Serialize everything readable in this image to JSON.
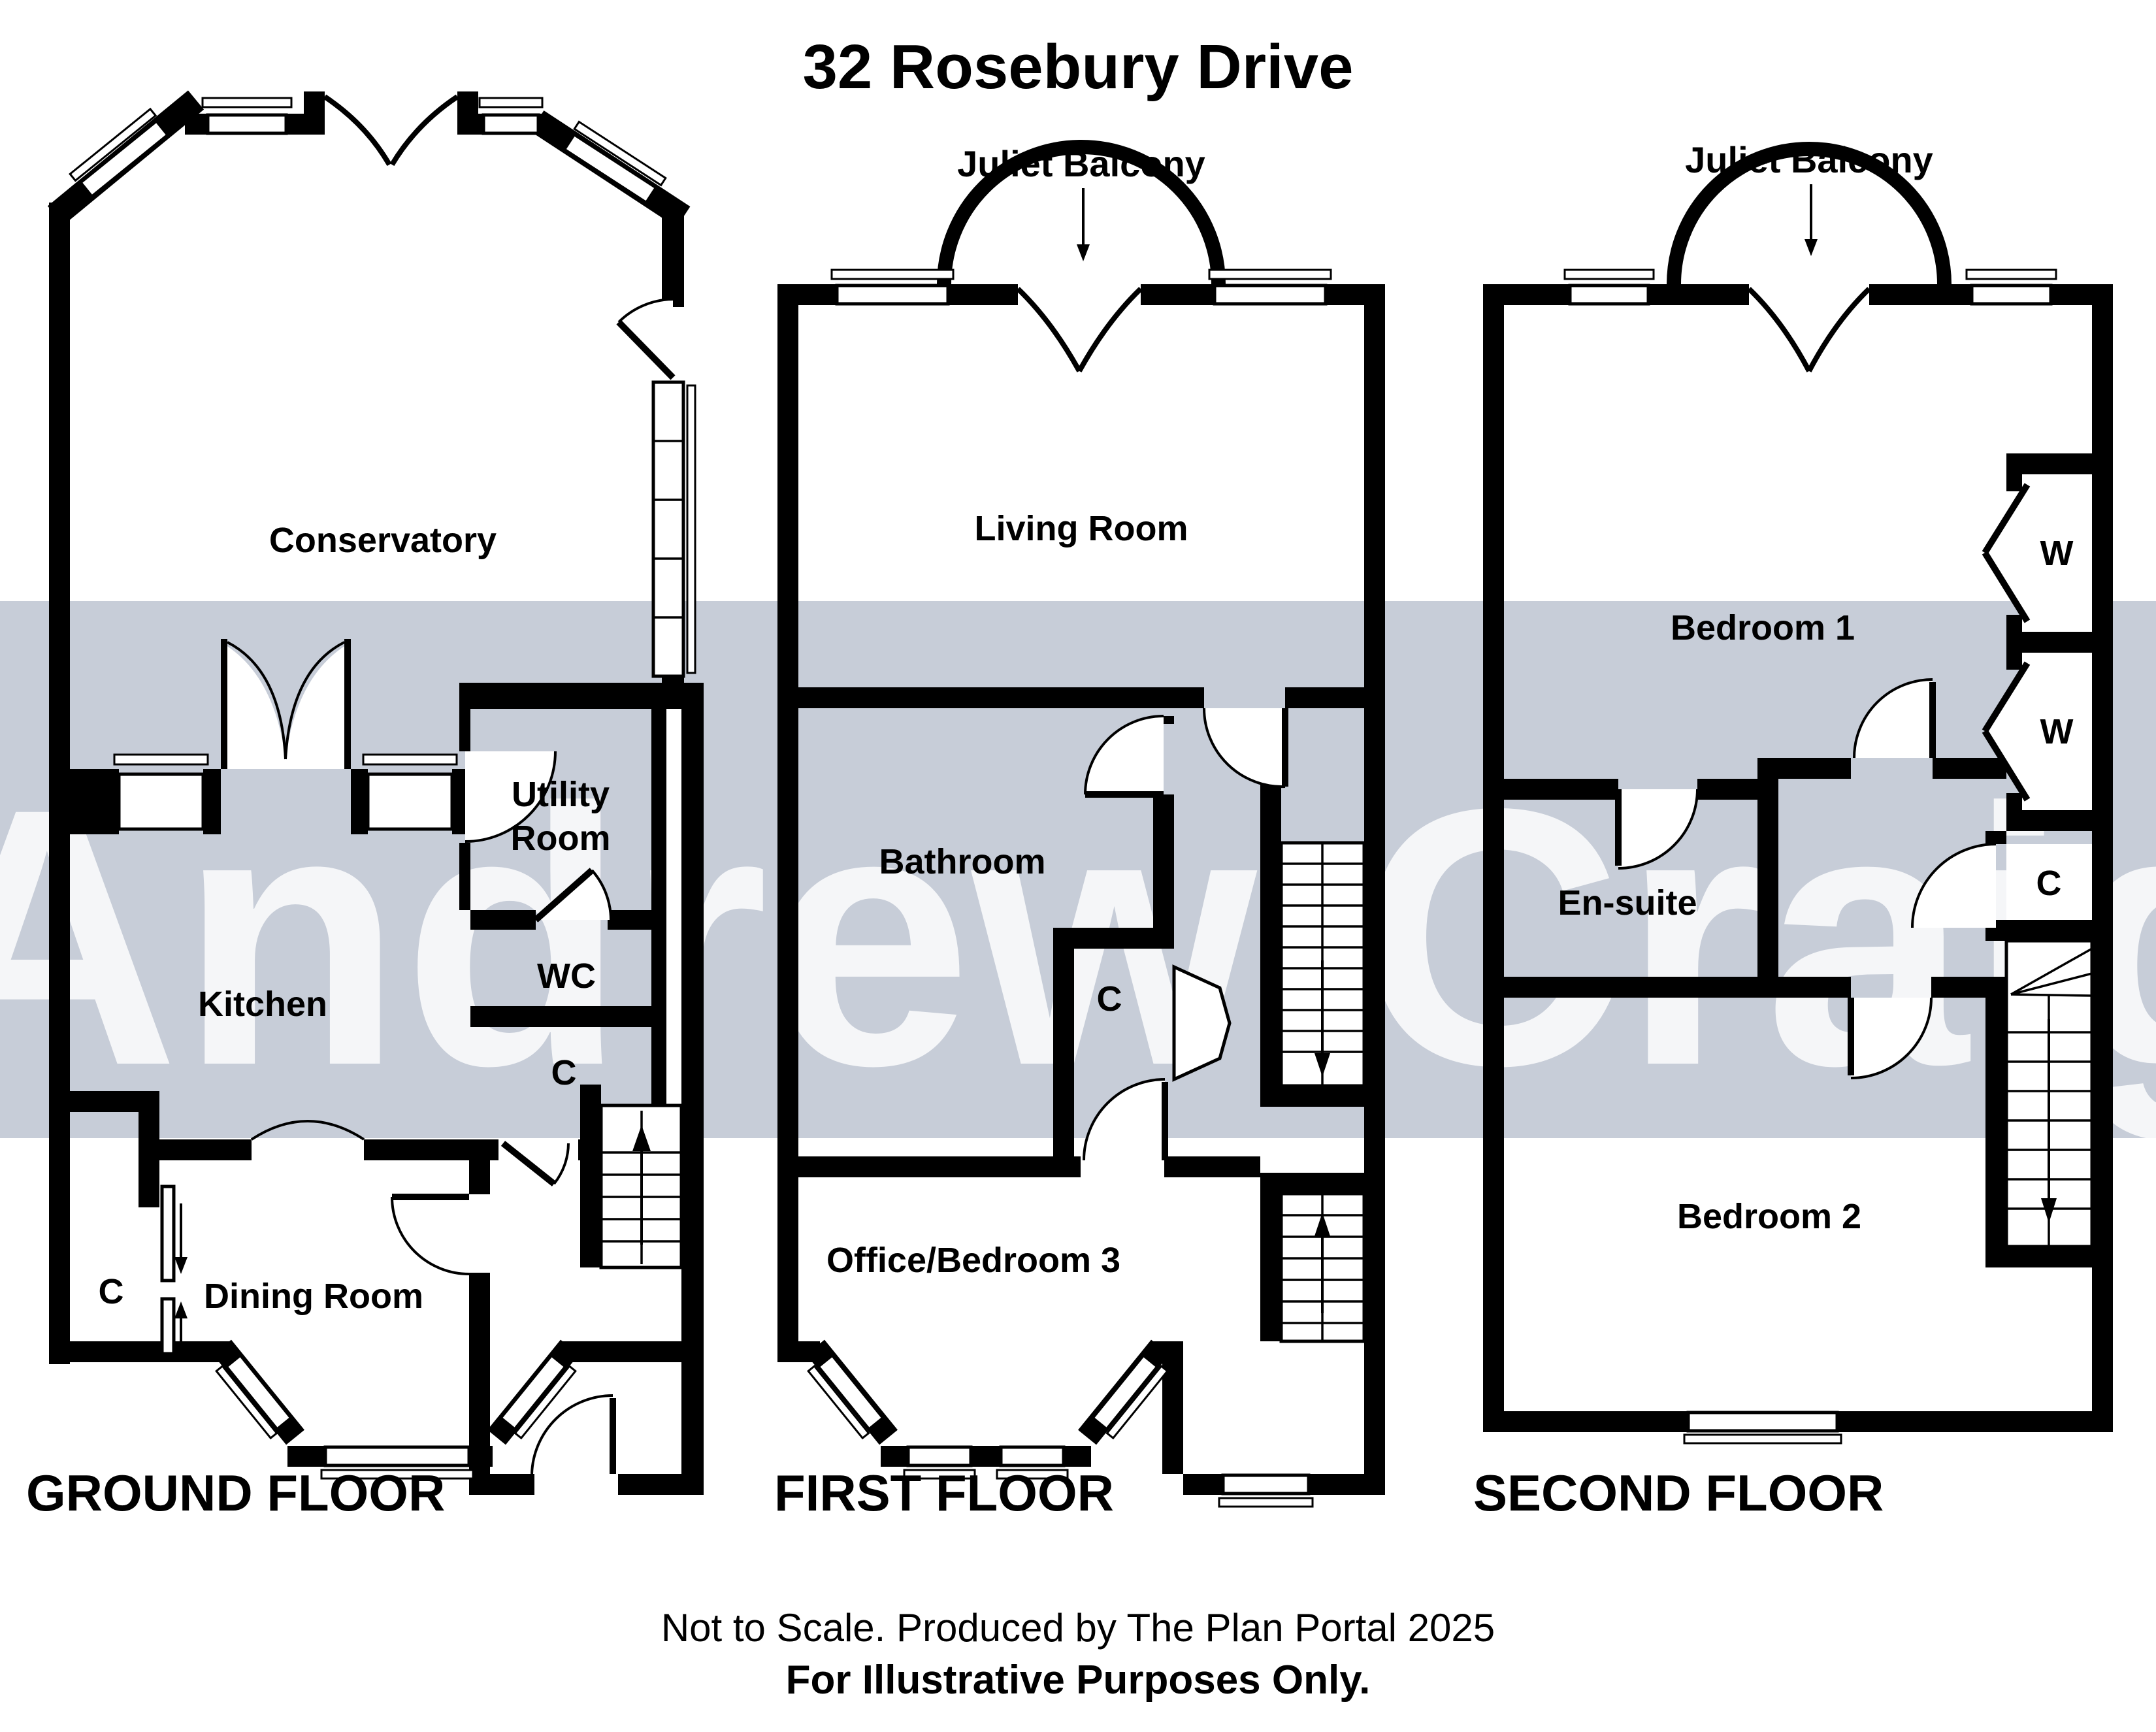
{
  "title": "32 Rosebury Drive",
  "watermark": "Andrew Craig",
  "colors": {
    "wall": "#000000",
    "band": "#c7cdd8",
    "paper": "#ffffff"
  },
  "floors": {
    "ground": {
      "label": "GROUND FLOOR",
      "rooms": {
        "conservatory": "Conservatory",
        "kitchen": "Kitchen",
        "utility_line1": "Utility",
        "utility_line2": "Room",
        "wc": "WC",
        "cupboard_hall": "C",
        "cupboard_dining": "C",
        "dining": "Dining Room"
      }
    },
    "first": {
      "label": "FIRST FLOOR",
      "balcony": "Juliet Balcony",
      "rooms": {
        "living": "Living Room",
        "bathroom": "Bathroom",
        "cupboard": "C",
        "office": "Office/Bedroom 3"
      }
    },
    "second": {
      "label": "SECOND FLOOR",
      "balcony": "Juliet Balcony",
      "rooms": {
        "bedroom1": "Bedroom 1",
        "wardrobe1": "W",
        "wardrobe2": "W",
        "cupboard": "C",
        "ensuite": "En-suite",
        "bedroom2": "Bedroom 2"
      }
    }
  },
  "footer": {
    "line1": "Not to Scale. Produced by The Plan Portal 2025",
    "line2": "For Illustrative Purposes Only."
  }
}
